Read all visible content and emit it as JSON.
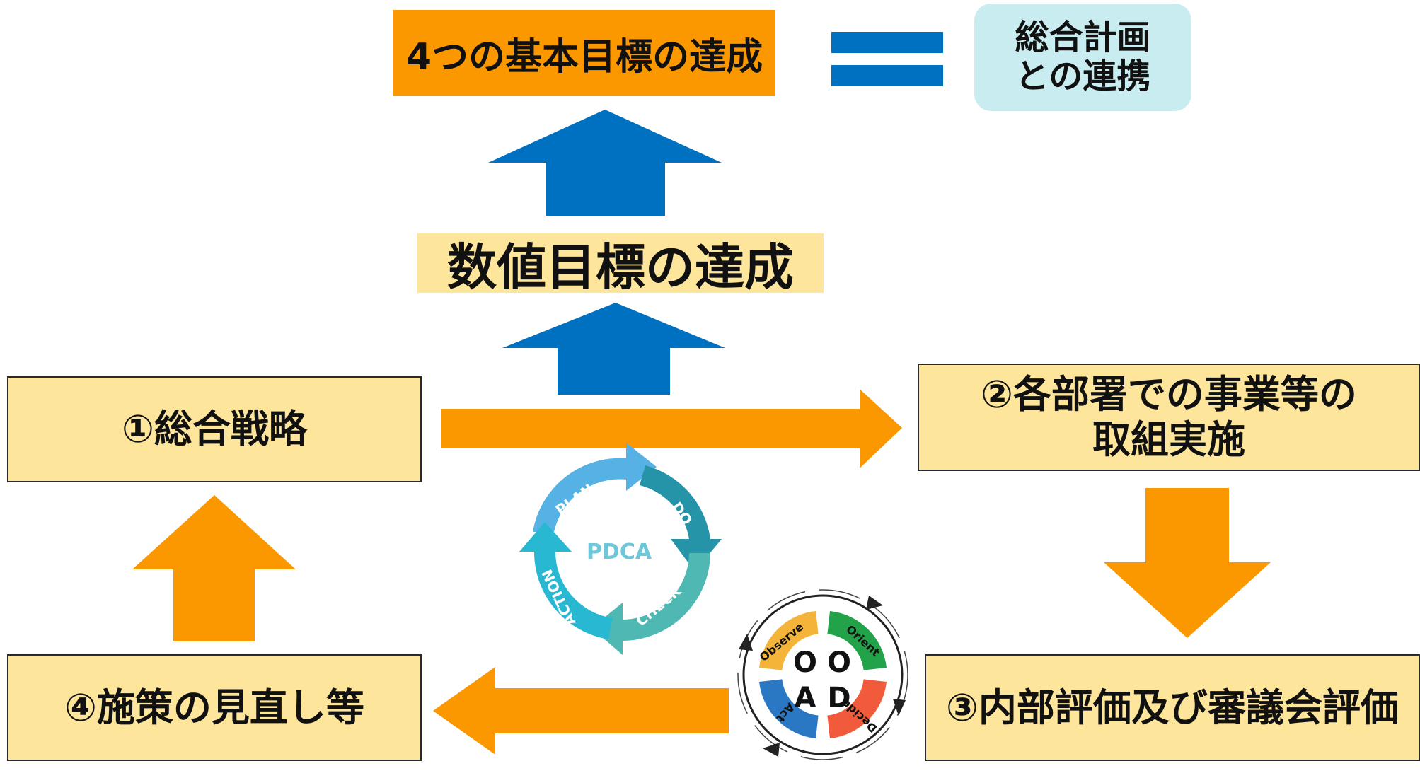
{
  "goal": {
    "text": "4つの基本目標の達成"
  },
  "plan_link": {
    "text": "総合計画\nとの連携"
  },
  "numeric_goal": {
    "text": "数値目標の達成"
  },
  "steps": {
    "strategy": "①総合戦略",
    "implementation": "②各部署での事業等の\n取組実施",
    "evaluation": "③内部評価及び審議会評価",
    "review": "④施策の見直し等"
  },
  "pdca": {
    "center": "PDCA",
    "plan": "PLAN",
    "do": "DO",
    "check": "CHECK",
    "action": "ACTION"
  },
  "ooda": {
    "letters": [
      "O",
      "O",
      "A",
      "D"
    ],
    "observe": "Observe",
    "orient": "Orient",
    "decide": "Decide",
    "act": "Act"
  },
  "colors": {
    "orange": "#fb9800",
    "blue": "#0070c0",
    "yellow": "#fde59c",
    "light_blue": "#c9ecf0"
  }
}
